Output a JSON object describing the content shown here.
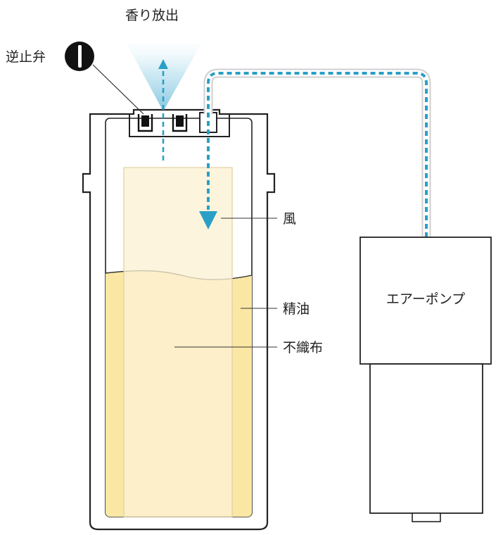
{
  "labels": {
    "scent_release": "香り放出",
    "check_valve": "逆止弁",
    "wind": "風",
    "essential_oil": "精油",
    "nonwoven_fabric": "不織布",
    "air_pump": "エアーポンプ"
  },
  "colors": {
    "outline": "#222222",
    "oil": "#fbe7a4",
    "oil_edge": "#f5dd88",
    "fabric": "#fdf1d3",
    "fabric_edge": "#e6d7b0",
    "airflow": "#2a9fc6",
    "spray": "#9cd3e6",
    "valve": "#111111"
  },
  "icons": {
    "check_valve": "check-valve-icon",
    "airflow_arrow": "arrow-down-icon",
    "release_arrow": "arrow-up-icon"
  }
}
